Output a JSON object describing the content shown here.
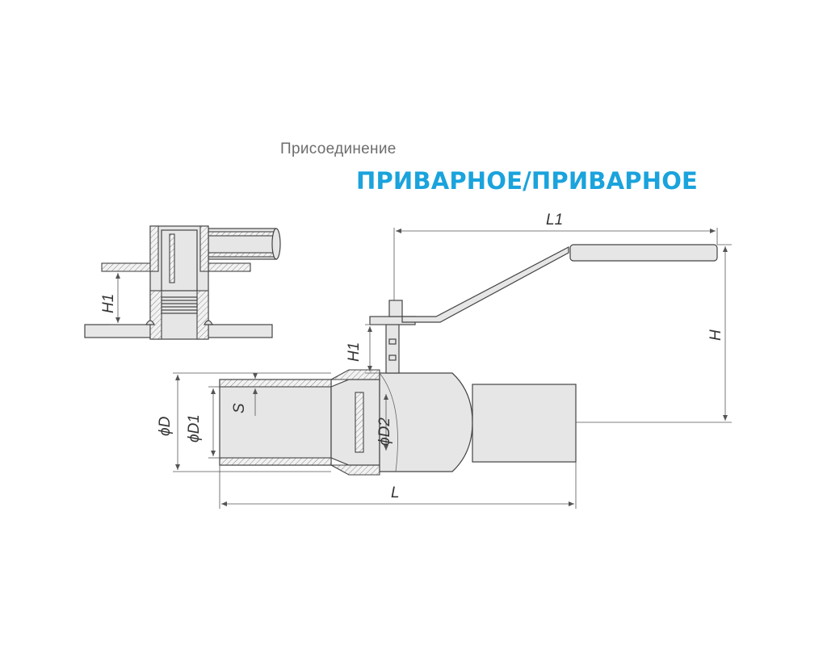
{
  "header": {
    "subtitle": "Присоединение",
    "title": "ПРИВАРНОЕ/ПРИВАРНОЕ",
    "title_color": "#1aa3dc"
  },
  "dimensions": {
    "L1": "L1",
    "H": "H",
    "H1": "H1",
    "H1_detail": "H1",
    "D": "ϕD",
    "D1": "ϕD1",
    "D2": "ϕD2",
    "S": "S",
    "L": "L"
  }
}
